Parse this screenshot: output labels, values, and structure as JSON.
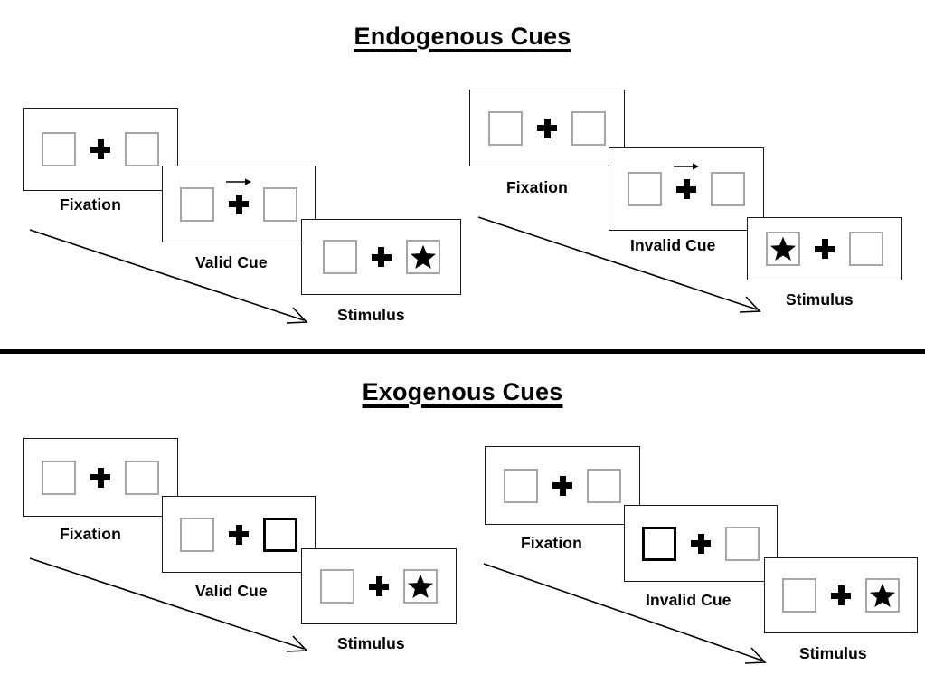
{
  "figure": {
    "type": "diagram",
    "subject": "Posner spatial cueing paradigm — endogenous vs exogenous cues",
    "background_color": "#ffffff",
    "box_border_color": "#a6a6a6",
    "cued_box_border_color": "#000000",
    "panel_border_color": "#1a1a1a",
    "ink_color": "#000000"
  },
  "sections": [
    {
      "id": "endogenous",
      "title": "Endogenous Cues",
      "trials": [
        {
          "id": "endogenous-valid",
          "panels": [
            {
              "caption": "Fixation",
              "cue_type": "none",
              "left_box": "empty",
              "right_box": "empty"
            },
            {
              "caption": "Valid Cue",
              "cue_type": "arrow",
              "arrow_direction": "right",
              "left_box": "empty",
              "right_box": "empty"
            },
            {
              "caption": "Stimulus",
              "cue_type": "none",
              "left_box": "empty",
              "right_box": "star"
            }
          ]
        },
        {
          "id": "endogenous-invalid",
          "panels": [
            {
              "caption": "Fixation",
              "cue_type": "none",
              "left_box": "empty",
              "right_box": "empty"
            },
            {
              "caption": "Invalid Cue",
              "cue_type": "arrow",
              "arrow_direction": "right",
              "left_box": "empty",
              "right_box": "empty"
            },
            {
              "caption": "Stimulus",
              "cue_type": "none",
              "left_box": "star",
              "right_box": "empty"
            }
          ]
        }
      ]
    },
    {
      "id": "exogenous",
      "title": "Exogenous Cues",
      "trials": [
        {
          "id": "exogenous-valid",
          "panels": [
            {
              "caption": "Fixation",
              "cue_type": "none",
              "left_box": "empty",
              "right_box": "empty"
            },
            {
              "caption": "Valid Cue",
              "cue_type": "highlight",
              "cued_side": "right",
              "left_box": "empty",
              "right_box": "cued"
            },
            {
              "caption": "Stimulus",
              "cue_type": "none",
              "left_box": "empty",
              "right_box": "star"
            }
          ]
        },
        {
          "id": "exogenous-invalid",
          "panels": [
            {
              "caption": "Fixation",
              "cue_type": "none",
              "left_box": "empty",
              "right_box": "empty"
            },
            {
              "caption": "Invalid Cue",
              "cue_type": "highlight",
              "cued_side": "left",
              "left_box": "cued",
              "right_box": "empty"
            },
            {
              "caption": "Stimulus",
              "cue_type": "none",
              "left_box": "empty",
              "right_box": "star"
            }
          ]
        }
      ]
    }
  ],
  "icons": {
    "fixation_cross": "plus-icon",
    "cue_arrow": "arrow-right-icon",
    "target": "star-icon",
    "timeline": "timeline-arrow-icon"
  },
  "timeline_arrows": [
    {
      "id": "endogenous-valid-timeline",
      "label": "time"
    },
    {
      "id": "endogenous-invalid-timeline",
      "label": "time"
    },
    {
      "id": "exogenous-valid-timeline",
      "label": "time"
    },
    {
      "id": "exogenous-invalid-timeline",
      "label": "time"
    }
  ]
}
